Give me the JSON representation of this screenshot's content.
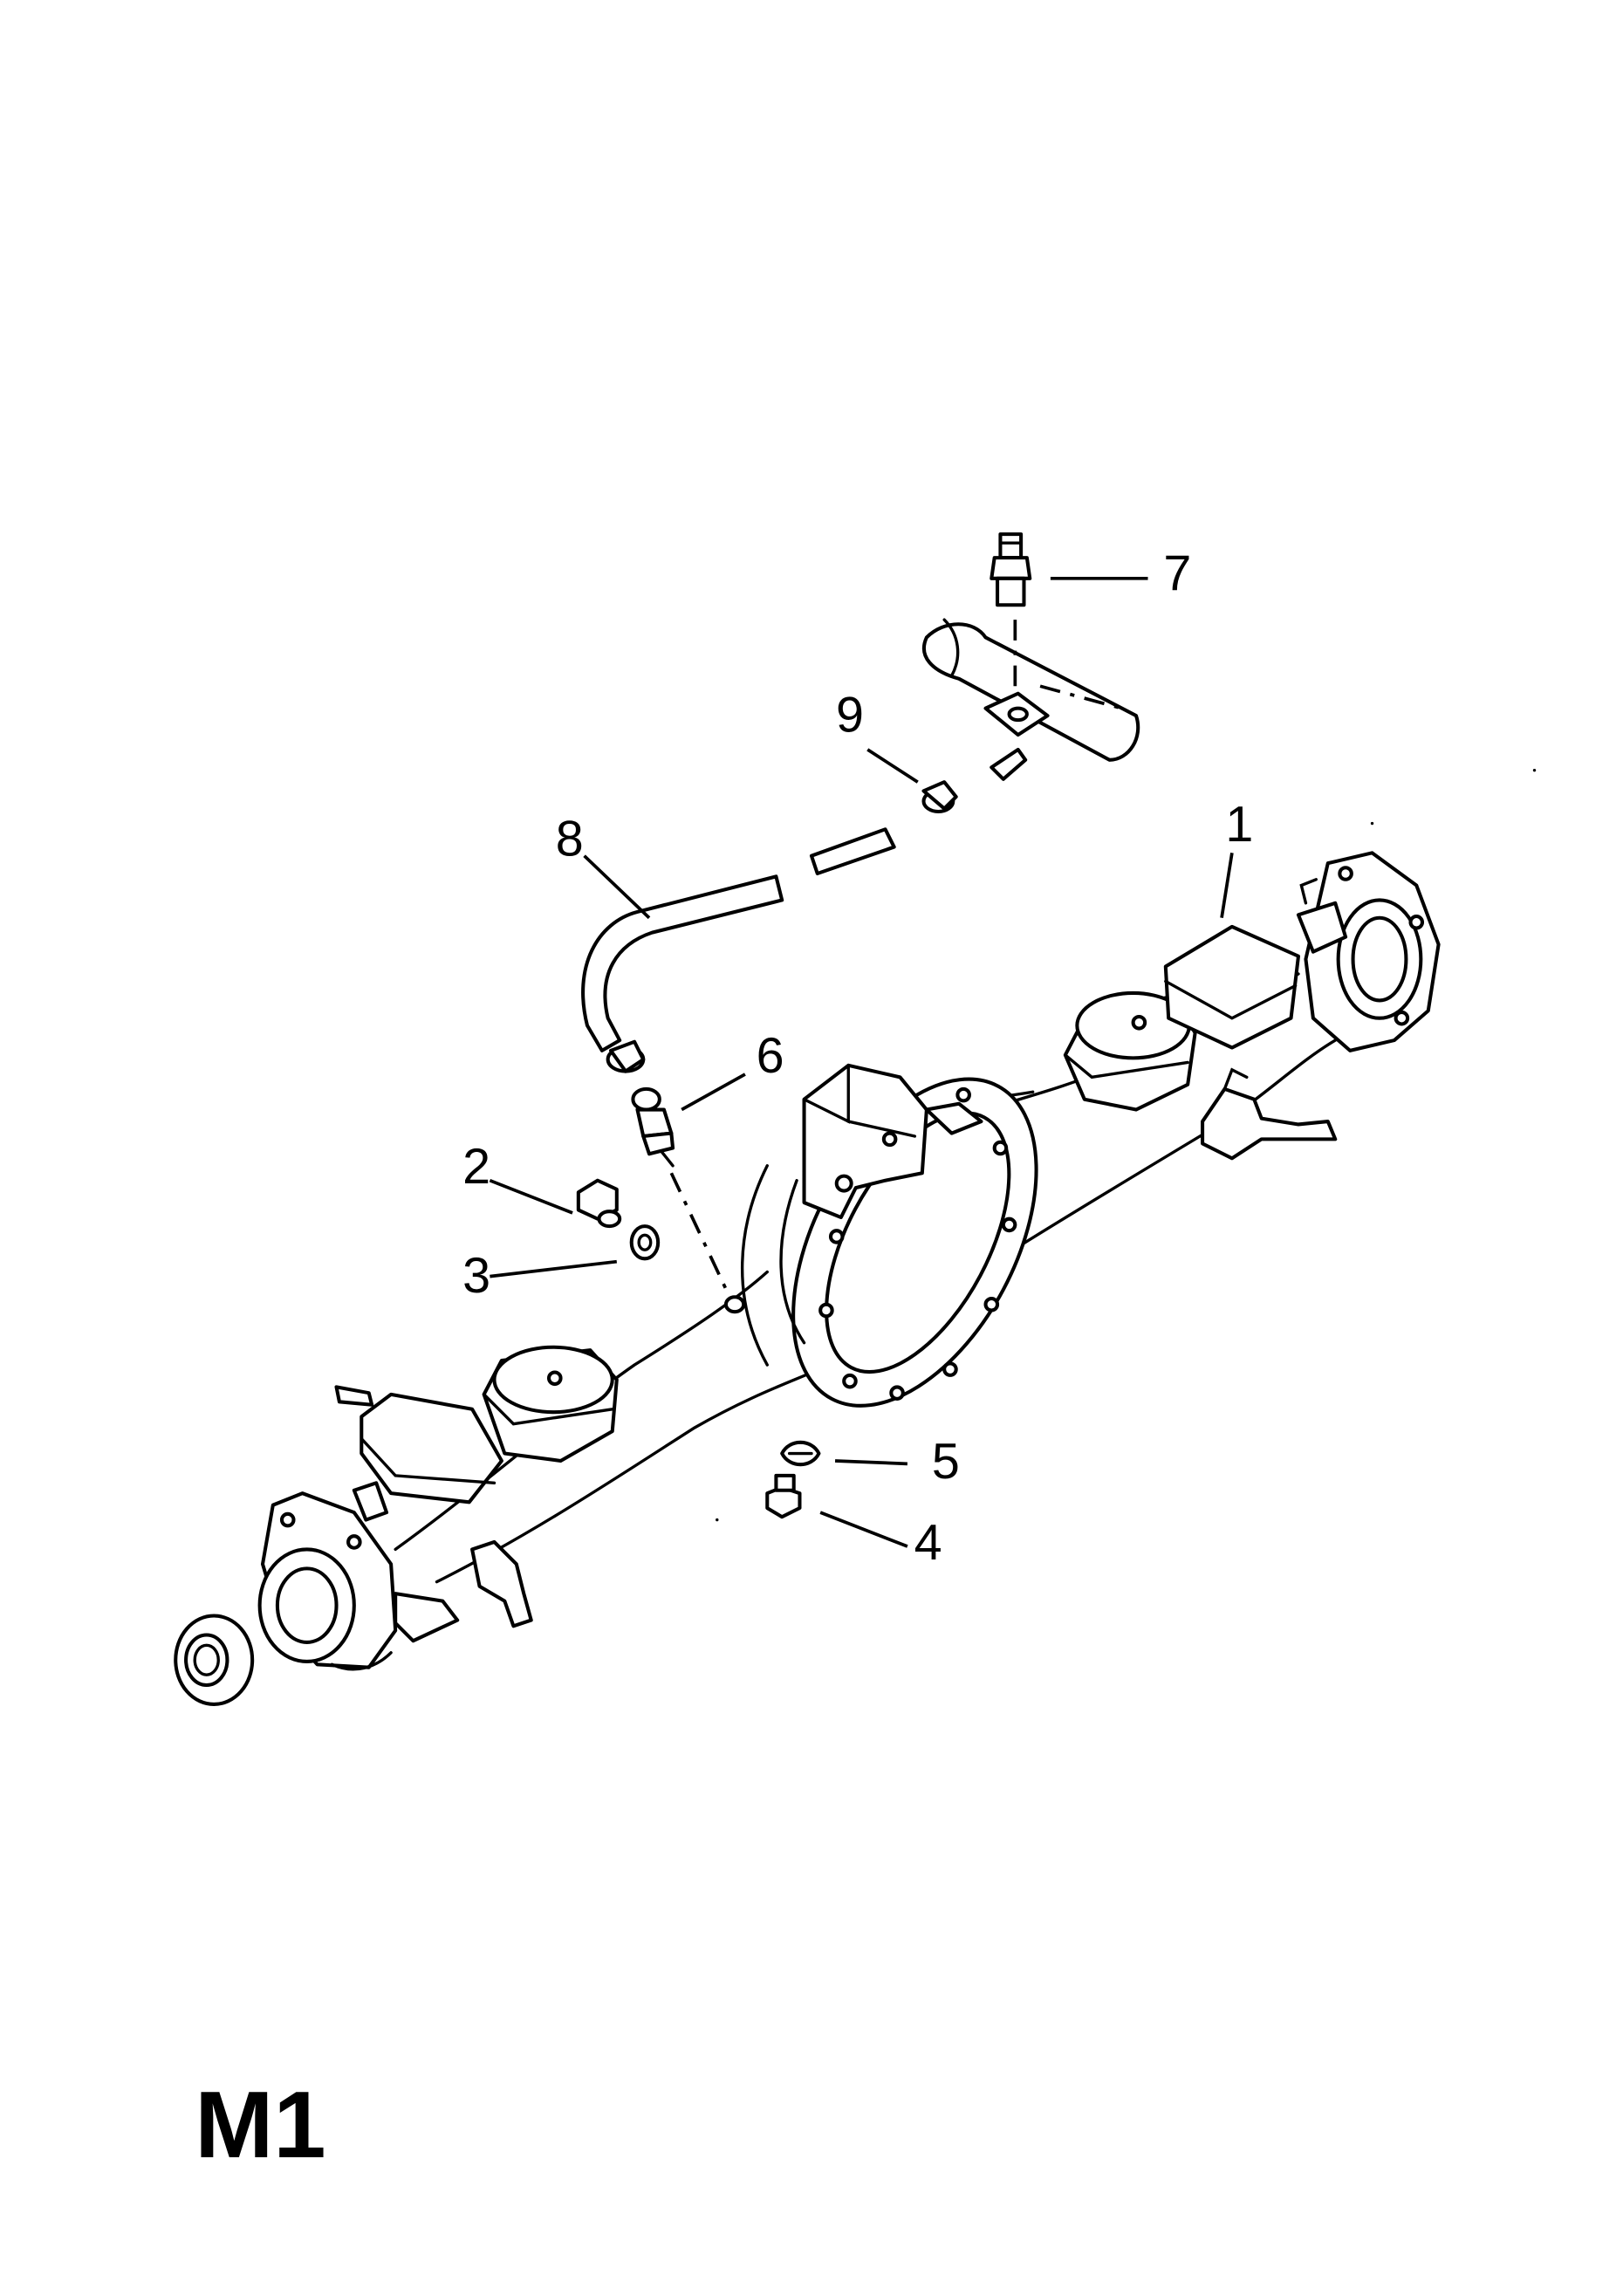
{
  "diagram": {
    "section_code": "M1",
    "callouts": [
      {
        "id": "callout-1",
        "label": "1"
      },
      {
        "id": "callout-2",
        "label": "2"
      },
      {
        "id": "callout-3",
        "label": "3"
      },
      {
        "id": "callout-4",
        "label": "4"
      },
      {
        "id": "callout-5",
        "label": "5"
      },
      {
        "id": "callout-6",
        "label": "6"
      },
      {
        "id": "callout-7",
        "label": "7"
      },
      {
        "id": "callout-8",
        "label": "8"
      },
      {
        "id": "callout-9",
        "label": "9"
      }
    ]
  }
}
